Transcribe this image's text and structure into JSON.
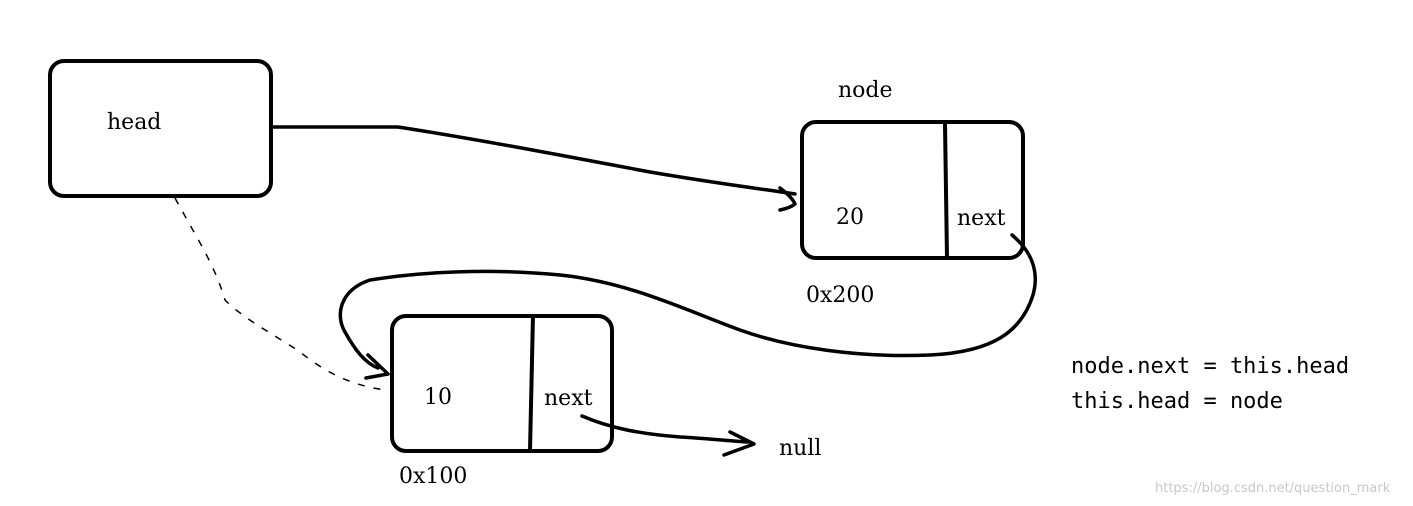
{
  "head_box": {
    "label": "head"
  },
  "node_20": {
    "caption": "node",
    "value": "20",
    "next_label": "next",
    "address": "0x200"
  },
  "node_10": {
    "value": "10",
    "next_label": "next",
    "address": "0x100"
  },
  "null_label": "null",
  "code": {
    "line1": "node.next = this.head",
    "line2": "this.head = node"
  },
  "watermark": "https://blog.csdn.net/question_mark",
  "colors": {
    "ink": "#000000",
    "background": "#ffffff",
    "watermark": "#c8c8c8"
  }
}
